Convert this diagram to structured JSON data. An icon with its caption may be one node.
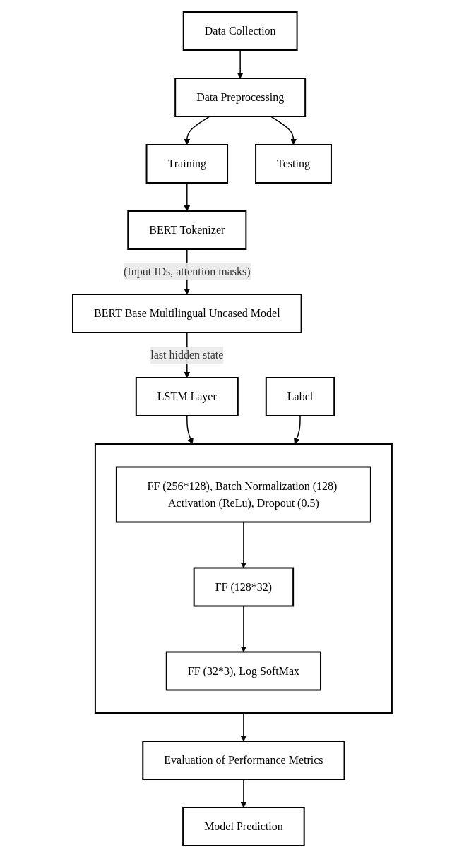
{
  "diagram": {
    "nodes": [
      {
        "text": [
          "Data Collection"
        ]
      },
      {
        "text": [
          "Data Preprocessing"
        ]
      },
      {
        "text": [
          "Training"
        ]
      },
      {
        "text": [
          "Testing"
        ]
      },
      {
        "text": [
          "BERT Tokenizer"
        ]
      },
      {
        "text": [
          "BERT Base Multilingual Uncased Model"
        ]
      },
      {
        "text": [
          "LSTM Layer"
        ]
      },
      {
        "text": [],
        "shape": "box"
      },
      {
        "text": [
          "FF (256*128), Batch Normalization (128) Activation (ReLu), Dropout (0.5)"
        ],
        "in": 7
      },
      {
        "text": [
          "FF (128*32)"
        ],
        "in": 7
      },
      {
        "text": [
          "FF (32*3), Log SoftMax"
        ],
        "in": 7
      },
      {
        "text": [
          "Label"
        ]
      },
      {
        "text": [
          "Evaluation of Performance Metrics"
        ]
      },
      {
        "text": [
          "Model Prediction"
        ]
      }
    ],
    "edges": [
      {
        "from": 0,
        "to": 1,
        "arrow": "to"
      },
      {
        "from": 1,
        "to": 2,
        "arrow": "to"
      },
      {
        "from": 1,
        "to": 3,
        "arrow": "to"
      },
      {
        "from": 2,
        "to": 4,
        "arrow": "to"
      },
      {
        "from": 4,
        "to": 5,
        "arrow": "to",
        "label": "(Input IDs, attention masks)"
      },
      {
        "from": 5,
        "to": 6,
        "arrow": "to",
        "label": "last hidden state"
      },
      {
        "from": 6,
        "to": 7,
        "arrow": "to"
      },
      {
        "from": 8,
        "to": 9,
        "arrow": "to"
      },
      {
        "from": 9,
        "to": 10,
        "arrow": "to"
      },
      {
        "from": 11,
        "to": 7,
        "arrow": "to"
      },
      {
        "from": 7,
        "to": 12,
        "arrow": "to"
      },
      {
        "from": 12,
        "to": 13,
        "arrow": "to"
      }
    ]
  }
}
